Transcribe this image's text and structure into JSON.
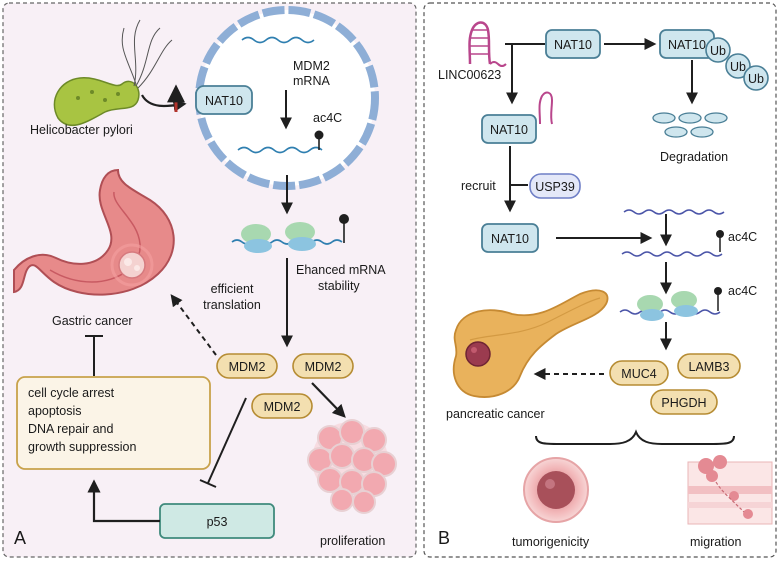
{
  "panel_a": {
    "letter": "A",
    "bacterium_label": "Helicobacter pylori",
    "nat10": "NAT10",
    "mdm2_mrna_line1": "MDM2",
    "mdm2_mrna_line2": "mRNA",
    "ac4c": "ac4C",
    "enhanced_line1": "Ehanced mRNA",
    "enhanced_line2": "stability",
    "efficient_line1": "efficient",
    "efficient_line2": "translation",
    "mdm2_a": "MDM2",
    "mdm2_b": "MDM2",
    "mdm2_c": "MDM2",
    "gastric_cancer": "Gastric cancer",
    "outcome_line1": "cell cycle arrest",
    "outcome_line2": "apoptosis",
    "outcome_line3": "DNA repair and",
    "outcome_line4": "growth suppression",
    "p53": "p53",
    "proliferation": "proliferation"
  },
  "panel_b": {
    "letter": "B",
    "linc": "LINC00623",
    "nat10_top": "NAT10",
    "nat10_ub": "NAT10",
    "ub1": "Ub",
    "ub2": "Ub",
    "ub3": "Ub",
    "degradation": "Degradation",
    "nat10_lnc": "NAT10",
    "recruit": "recruit",
    "usp39": "USP39",
    "nat10_mid": "NAT10",
    "ac4c_1": "ac4C",
    "ac4c_2": "ac4C",
    "muc4": "MUC4",
    "lamb3": "LAMB3",
    "phgdh": "PHGDH",
    "pancreatic_cancer": "pancreatic cancer",
    "tumorigenicity": "tumorigenicity",
    "migration": "migration"
  },
  "colors": {
    "panel_a_bg": "#f8f0f6",
    "nat10_fill": "#cfe6ee",
    "mdm2_fill": "#f3dfb0",
    "p53_fill": "#cfe9e4",
    "usp39_fill": "#e4e8f8",
    "up_arrow": "#b3332c"
  }
}
